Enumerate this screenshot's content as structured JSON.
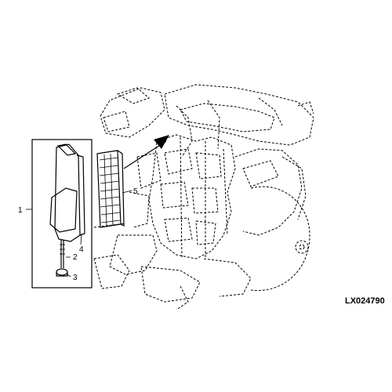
{
  "figure": {
    "id": "LX024790",
    "callouts": [
      {
        "number": "1",
        "part": "assembly"
      },
      {
        "number": "2",
        "part": "bolt"
      },
      {
        "number": "3",
        "part": "nut"
      },
      {
        "number": "4",
        "part": "cover"
      },
      {
        "number": "5",
        "part": "filter"
      }
    ]
  },
  "colors": {
    "line": "#000000",
    "background": "#ffffff"
  }
}
